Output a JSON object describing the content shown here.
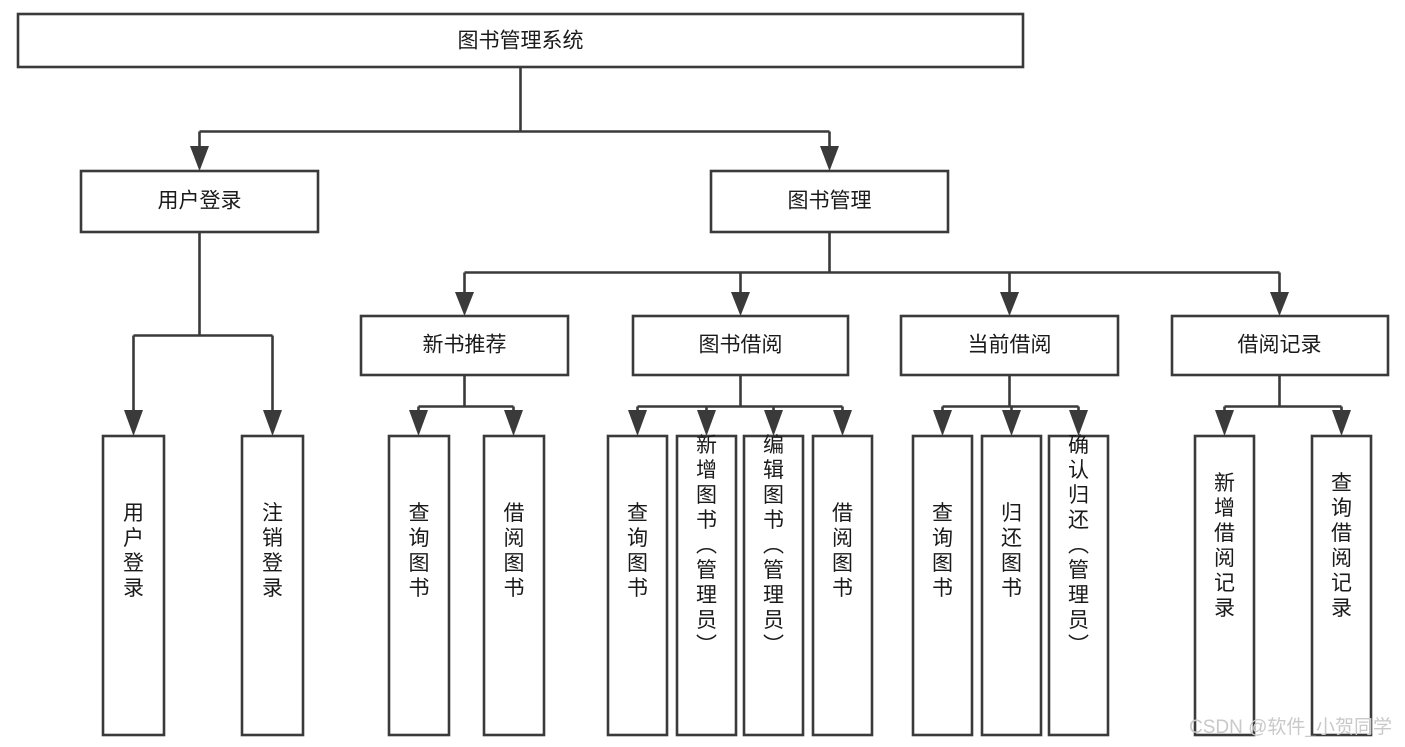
{
  "diagram": {
    "title": "图书管理系统",
    "type": "tree-hierarchy",
    "orientation": "top-down",
    "colors": {
      "box_fill": "#ffffff",
      "box_stroke": "#3a3a3a",
      "text": "#1a1a1a",
      "watermark": "#c9c9c9",
      "background": "#ffffff"
    },
    "root": {
      "label": "图书管理系统"
    },
    "level2": [
      {
        "label": "用户登录"
      },
      {
        "label": "图书管理"
      }
    ],
    "level3": [
      {
        "label": "新书推荐"
      },
      {
        "label": "图书借阅"
      },
      {
        "label": "当前借阅"
      },
      {
        "label": "借阅记录"
      }
    ],
    "leaves": {
      "user_login": [
        {
          "label": "用户登录"
        },
        {
          "label": "注销登录"
        }
      ],
      "new_book_recommend": [
        {
          "label": "查询图书"
        },
        {
          "label": "借阅图书"
        }
      ],
      "book_borrow": [
        {
          "label": "查询图书"
        },
        {
          "label": "新增图书（管理员）"
        },
        {
          "label": "编辑图书（管理员）"
        },
        {
          "label": "借阅图书"
        }
      ],
      "current_borrow": [
        {
          "label": "查询图书"
        },
        {
          "label": "归还图书"
        },
        {
          "label": "确认归还（管理员）"
        }
      ],
      "borrow_records": [
        {
          "label": "新增借阅记录"
        },
        {
          "label": "查询借阅记录"
        }
      ]
    },
    "watermark": "CSDN @软件_小贺同学"
  }
}
